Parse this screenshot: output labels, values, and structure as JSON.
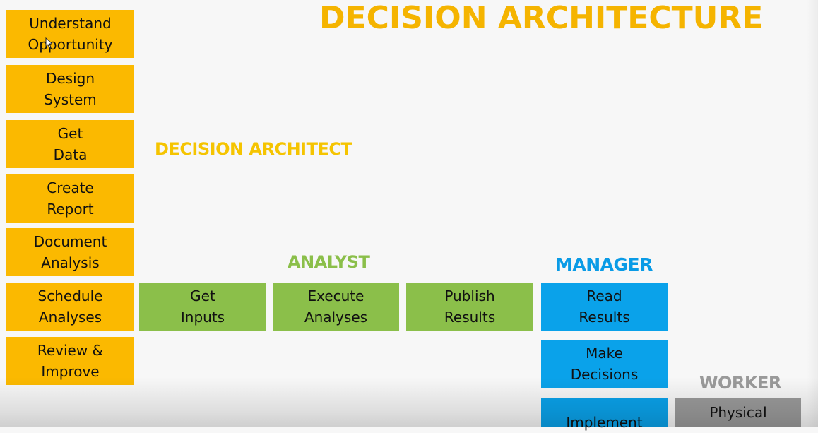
{
  "title": "DECISION ARCHITECTURE",
  "colors": {
    "yellow": "#fbb900",
    "green": "#8bbf4a",
    "blue": "#0aa2ea",
    "gray": "#9a9a9a"
  },
  "roles": {
    "decision_architect": "DECISION ARCHITECT",
    "analyst": "ANALYST",
    "manager": "MANAGER",
    "worker": "WORKER"
  },
  "architect_steps": [
    "Understand\nOpportunity",
    "Design\nSystem",
    "Get\nData",
    "Create\nReport",
    "Document\nAnalysis",
    "Schedule\nAnalyses",
    "Review &\nImprove"
  ],
  "analyst_steps": [
    "Get\nInputs",
    "Execute\nAnalyses",
    "Publish\nResults"
  ],
  "manager_steps": [
    "Read\nResults",
    "Make\nDecisions",
    "Implement"
  ],
  "worker_steps": [
    "Physical"
  ]
}
